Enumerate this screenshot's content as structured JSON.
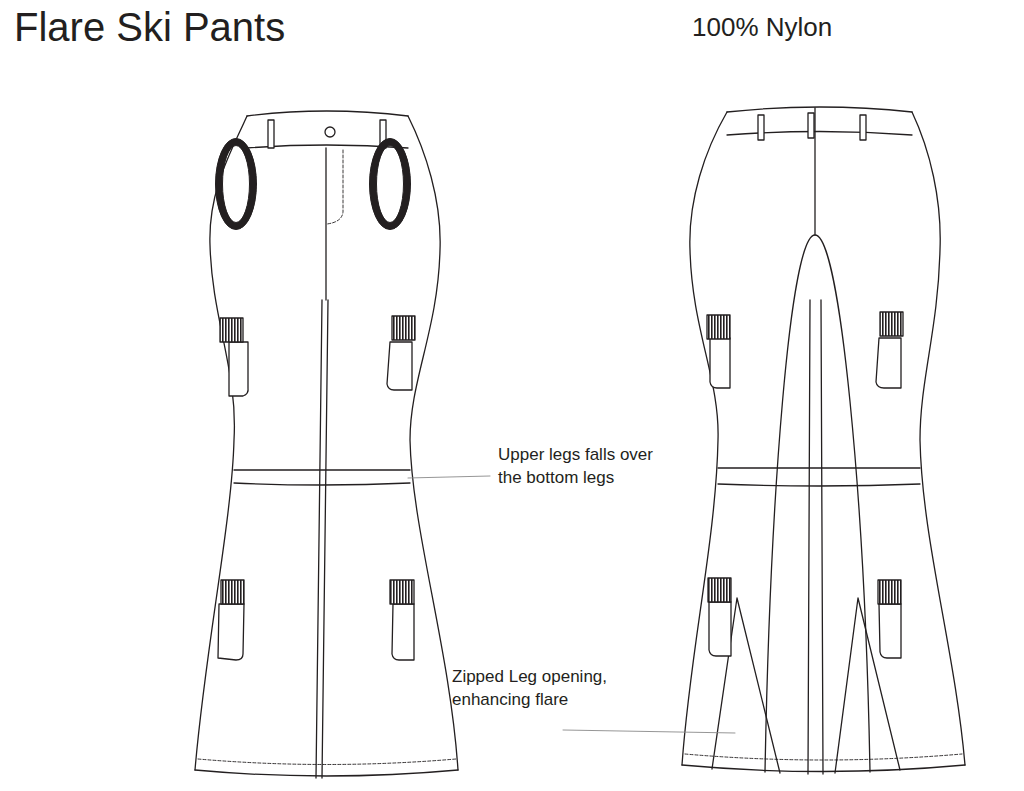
{
  "diagram": {
    "title": "Flare Ski Pants",
    "labels": [
      "100% Nylon",
      "Upper legs falls over the bottom legs",
      "Zipped Leg opening, enhancing flare"
    ]
  }
}
